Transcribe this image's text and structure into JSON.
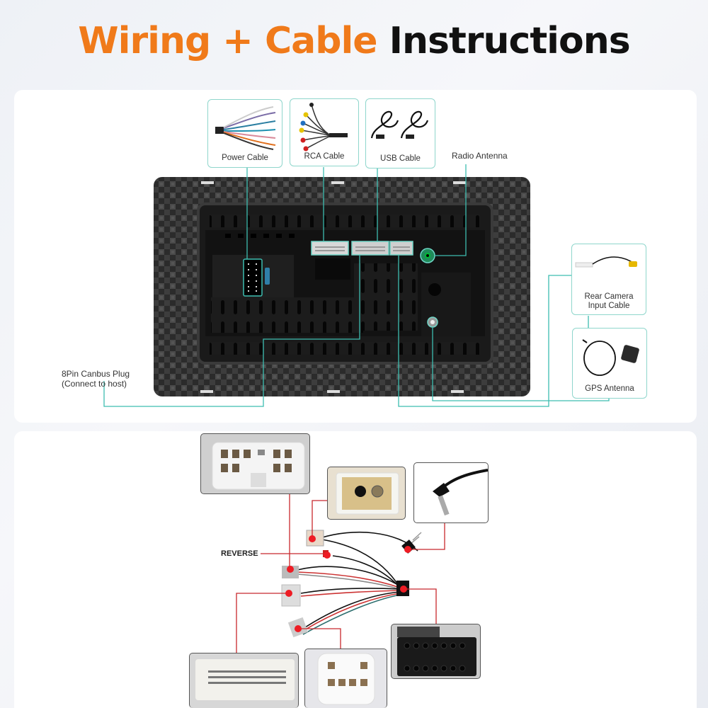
{
  "title": {
    "part1": "Wiring + Cable",
    "part2": "Instructions",
    "accent_color": "#f07a1a"
  },
  "top_panel": {
    "cables": [
      {
        "id": "power",
        "label": "Power Cable"
      },
      {
        "id": "rca",
        "label": "RCA Cable"
      },
      {
        "id": "usb",
        "label": "USB Cable"
      },
      {
        "id": "radio",
        "label": "Radio Antenna"
      },
      {
        "id": "rear-camera",
        "label": "Rear Camera Input Cable",
        "line1": "Rear Camera",
        "line2": "Input Cable"
      },
      {
        "id": "gps",
        "label": "GPS Antenna"
      }
    ],
    "canbus": {
      "line1": "8Pin Canbus Plug",
      "line2": "(Connect to host)"
    },
    "line_color": "#3dbdb0"
  },
  "bottom_panel": {
    "reverse_label": "REVERSE",
    "line_color": "#c8282d",
    "dot_color": "#ee1c24",
    "photos": [
      {
        "id": "16pin-connector",
        "label": "16-pin vehicle connector"
      },
      {
        "id": "antenna-socket",
        "label": "Antenna socket connector"
      },
      {
        "id": "antenna-plug",
        "label": "Radio antenna plug"
      },
      {
        "id": "28pin-connector",
        "label": "28-pin vehicle connector"
      },
      {
        "id": "8pin-connector",
        "label": "8-pin vehicle connector"
      },
      {
        "id": "iso-head-unit-plug",
        "label": "Head unit plug"
      }
    ]
  }
}
